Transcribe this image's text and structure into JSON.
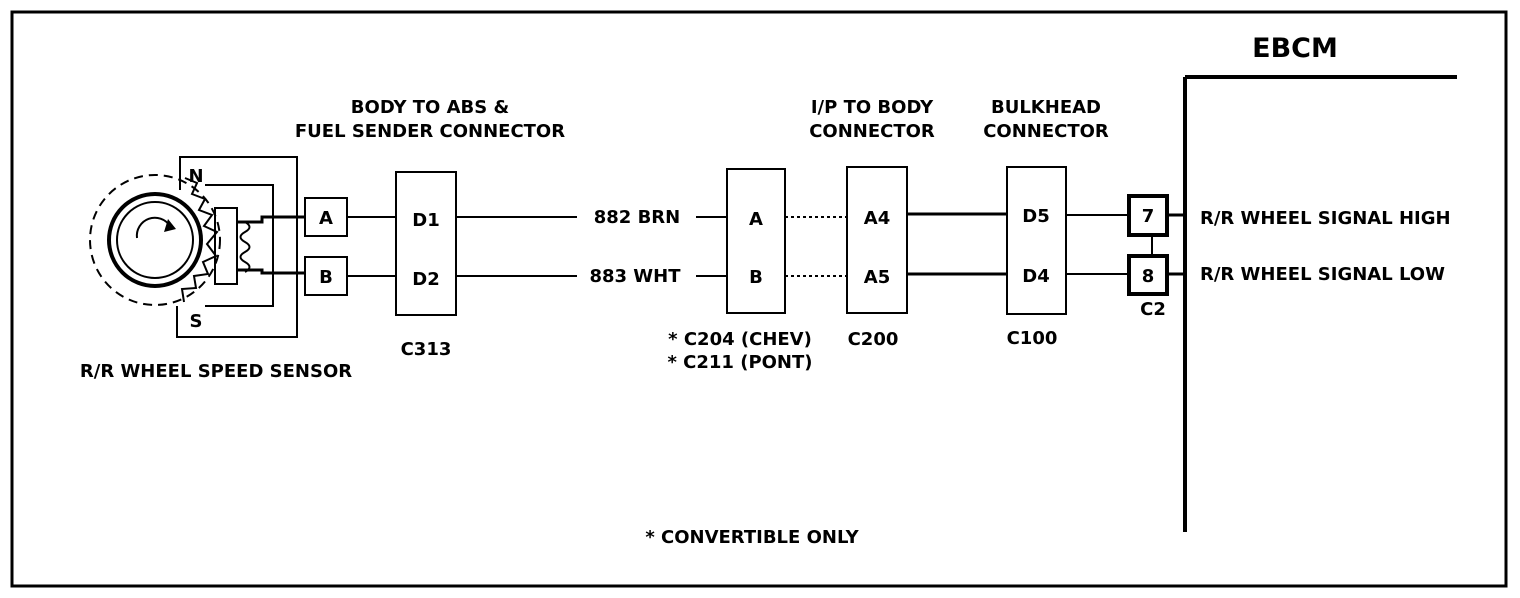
{
  "ebcm": {
    "title": "EBCM",
    "signal_high": "R/R WHEEL SIGNAL HIGH",
    "signal_low": "R/R WHEEL SIGNAL LOW",
    "pin_high": "7",
    "pin_low": "8",
    "connector": "C2"
  },
  "sensor": {
    "label": "R/R WHEEL SPEED SENSOR",
    "north": "N",
    "south": "S",
    "pin_a": "A",
    "pin_b": "B"
  },
  "c313": {
    "title_line1": "BODY TO ABS &",
    "title_line2": "FUEL SENDER CONNECTOR",
    "pin1": "D1",
    "pin2": "D2",
    "id": "C313"
  },
  "wires": {
    "brn": "882 BRN",
    "wht": "883 WHT"
  },
  "c204": {
    "pin1": "A",
    "pin2": "B",
    "id_line1": "* C204 (CHEV)",
    "id_line2": "* C211 (PONT)"
  },
  "c200": {
    "title_line1": "I/P TO BODY",
    "title_line2": "CONNECTOR",
    "pin1": "A4",
    "pin2": "A5",
    "id": "C200"
  },
  "c100": {
    "title_line1": "BULKHEAD",
    "title_line2": "CONNECTOR",
    "pin1": "D5",
    "pin2": "D4",
    "id": "C100"
  },
  "note": "* CONVERTIBLE ONLY"
}
